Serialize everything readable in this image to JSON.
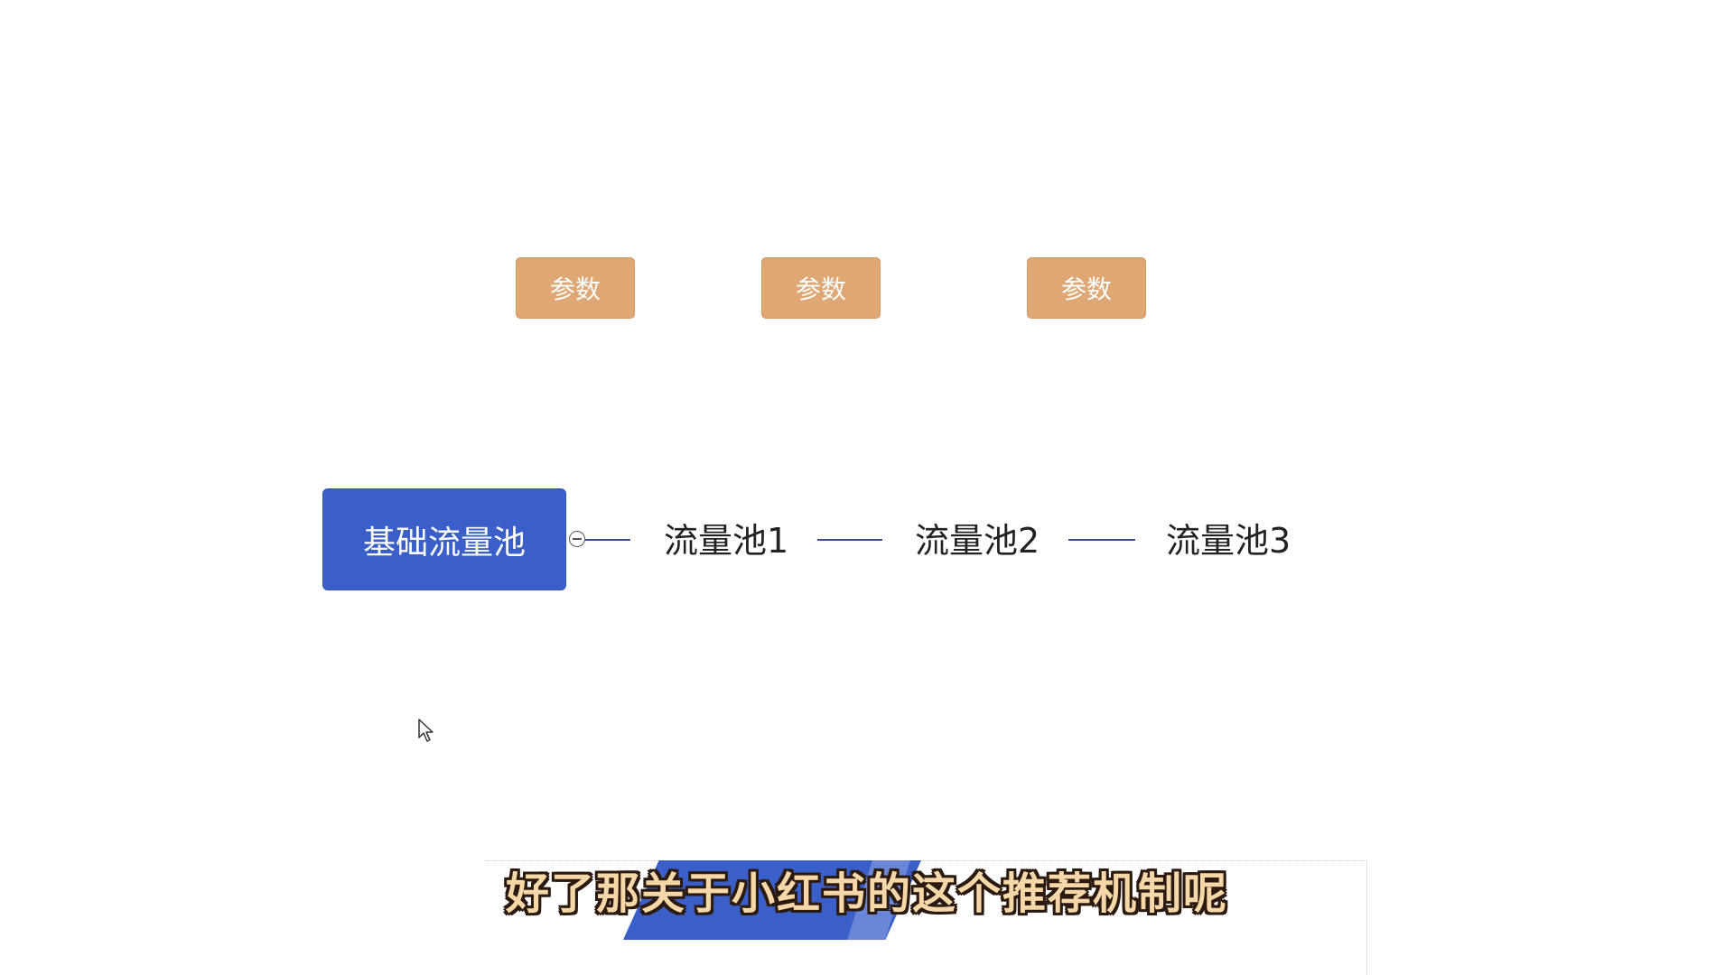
{
  "diagram": {
    "params": [
      {
        "label": "参数"
      },
      {
        "label": "参数"
      },
      {
        "label": "参数"
      }
    ],
    "root": {
      "label": "基础流量池"
    },
    "pools": [
      {
        "label": "流量池1"
      },
      {
        "label": "流量池2"
      },
      {
        "label": "流量池3"
      }
    ]
  },
  "subtitle": {
    "text": "好了那关于小红书的这个推荐机制呢"
  },
  "colors": {
    "param_fill": "#dfa773",
    "root_fill": "#3a5fc8",
    "banner_blue": "#3a5fc8",
    "banner_stripe": "#8fa6e6",
    "connector": "#3a4b9a",
    "subtitle_fill": "#f6d8a8",
    "subtitle_outline": "#2a1a10"
  },
  "icons": {
    "cursor": "mouse-pointer-icon",
    "toggle": "collapse-minus-icon"
  }
}
